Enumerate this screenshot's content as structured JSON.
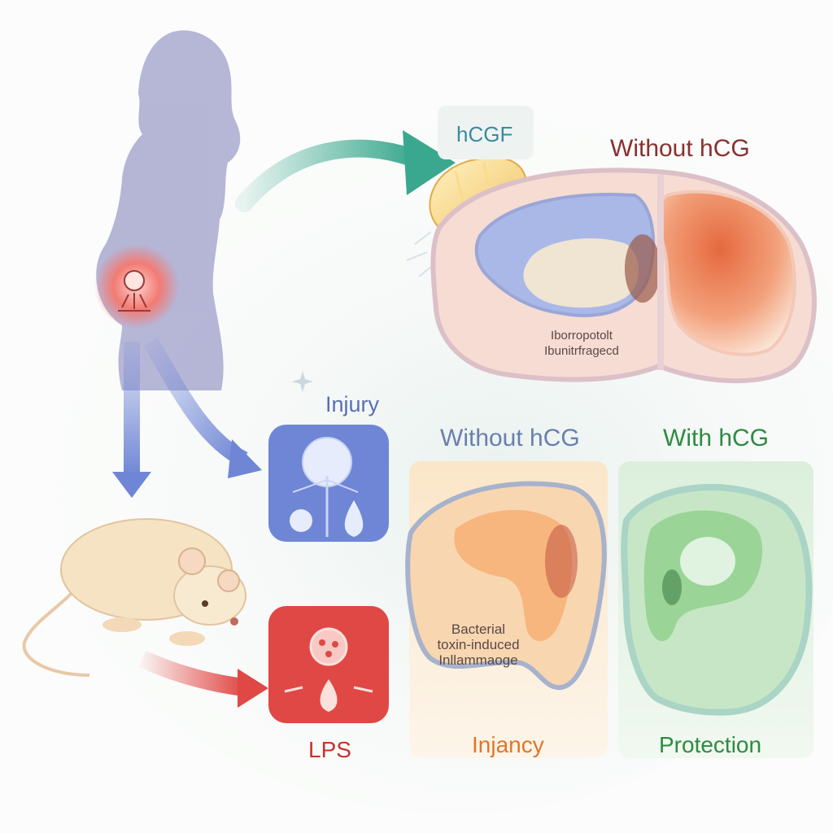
{
  "labels": {
    "hcgf": "hCGF",
    "without_hcg_top": "Without hCG",
    "brain_top_caption_1": "Iborropotolt",
    "brain_top_caption_2": "Ibunitrfragecd",
    "injury": "Injury",
    "lps": "LPS",
    "without_hcg_panel": "Without hCG",
    "with_hcg_panel": "With hCG",
    "bacterial_1": "Bacterial",
    "bacterial_2": "toxin-induced",
    "bacterial_3": "Inllammaoge",
    "injancy": "Injancy",
    "protection": "Protection"
  },
  "colors": {
    "green_arrow": "#3aa88e",
    "blue_arrow": "#6f86d6",
    "red_arrow": "#e04845",
    "silhouette": "#a9a9d0",
    "title_dark_red": "#8a3030",
    "title_blue": "#6a7fb0",
    "title_green": "#2f8a42",
    "title_orange": "#e0762a",
    "title_red": "#b8352e"
  },
  "icons": [
    "pregnant-woman-silhouette",
    "placenta-icon",
    "hcg-crystal-icon",
    "rat-icon",
    "injury-cell-icon",
    "lps-bacteria-icon",
    "brain-section-icon"
  ]
}
